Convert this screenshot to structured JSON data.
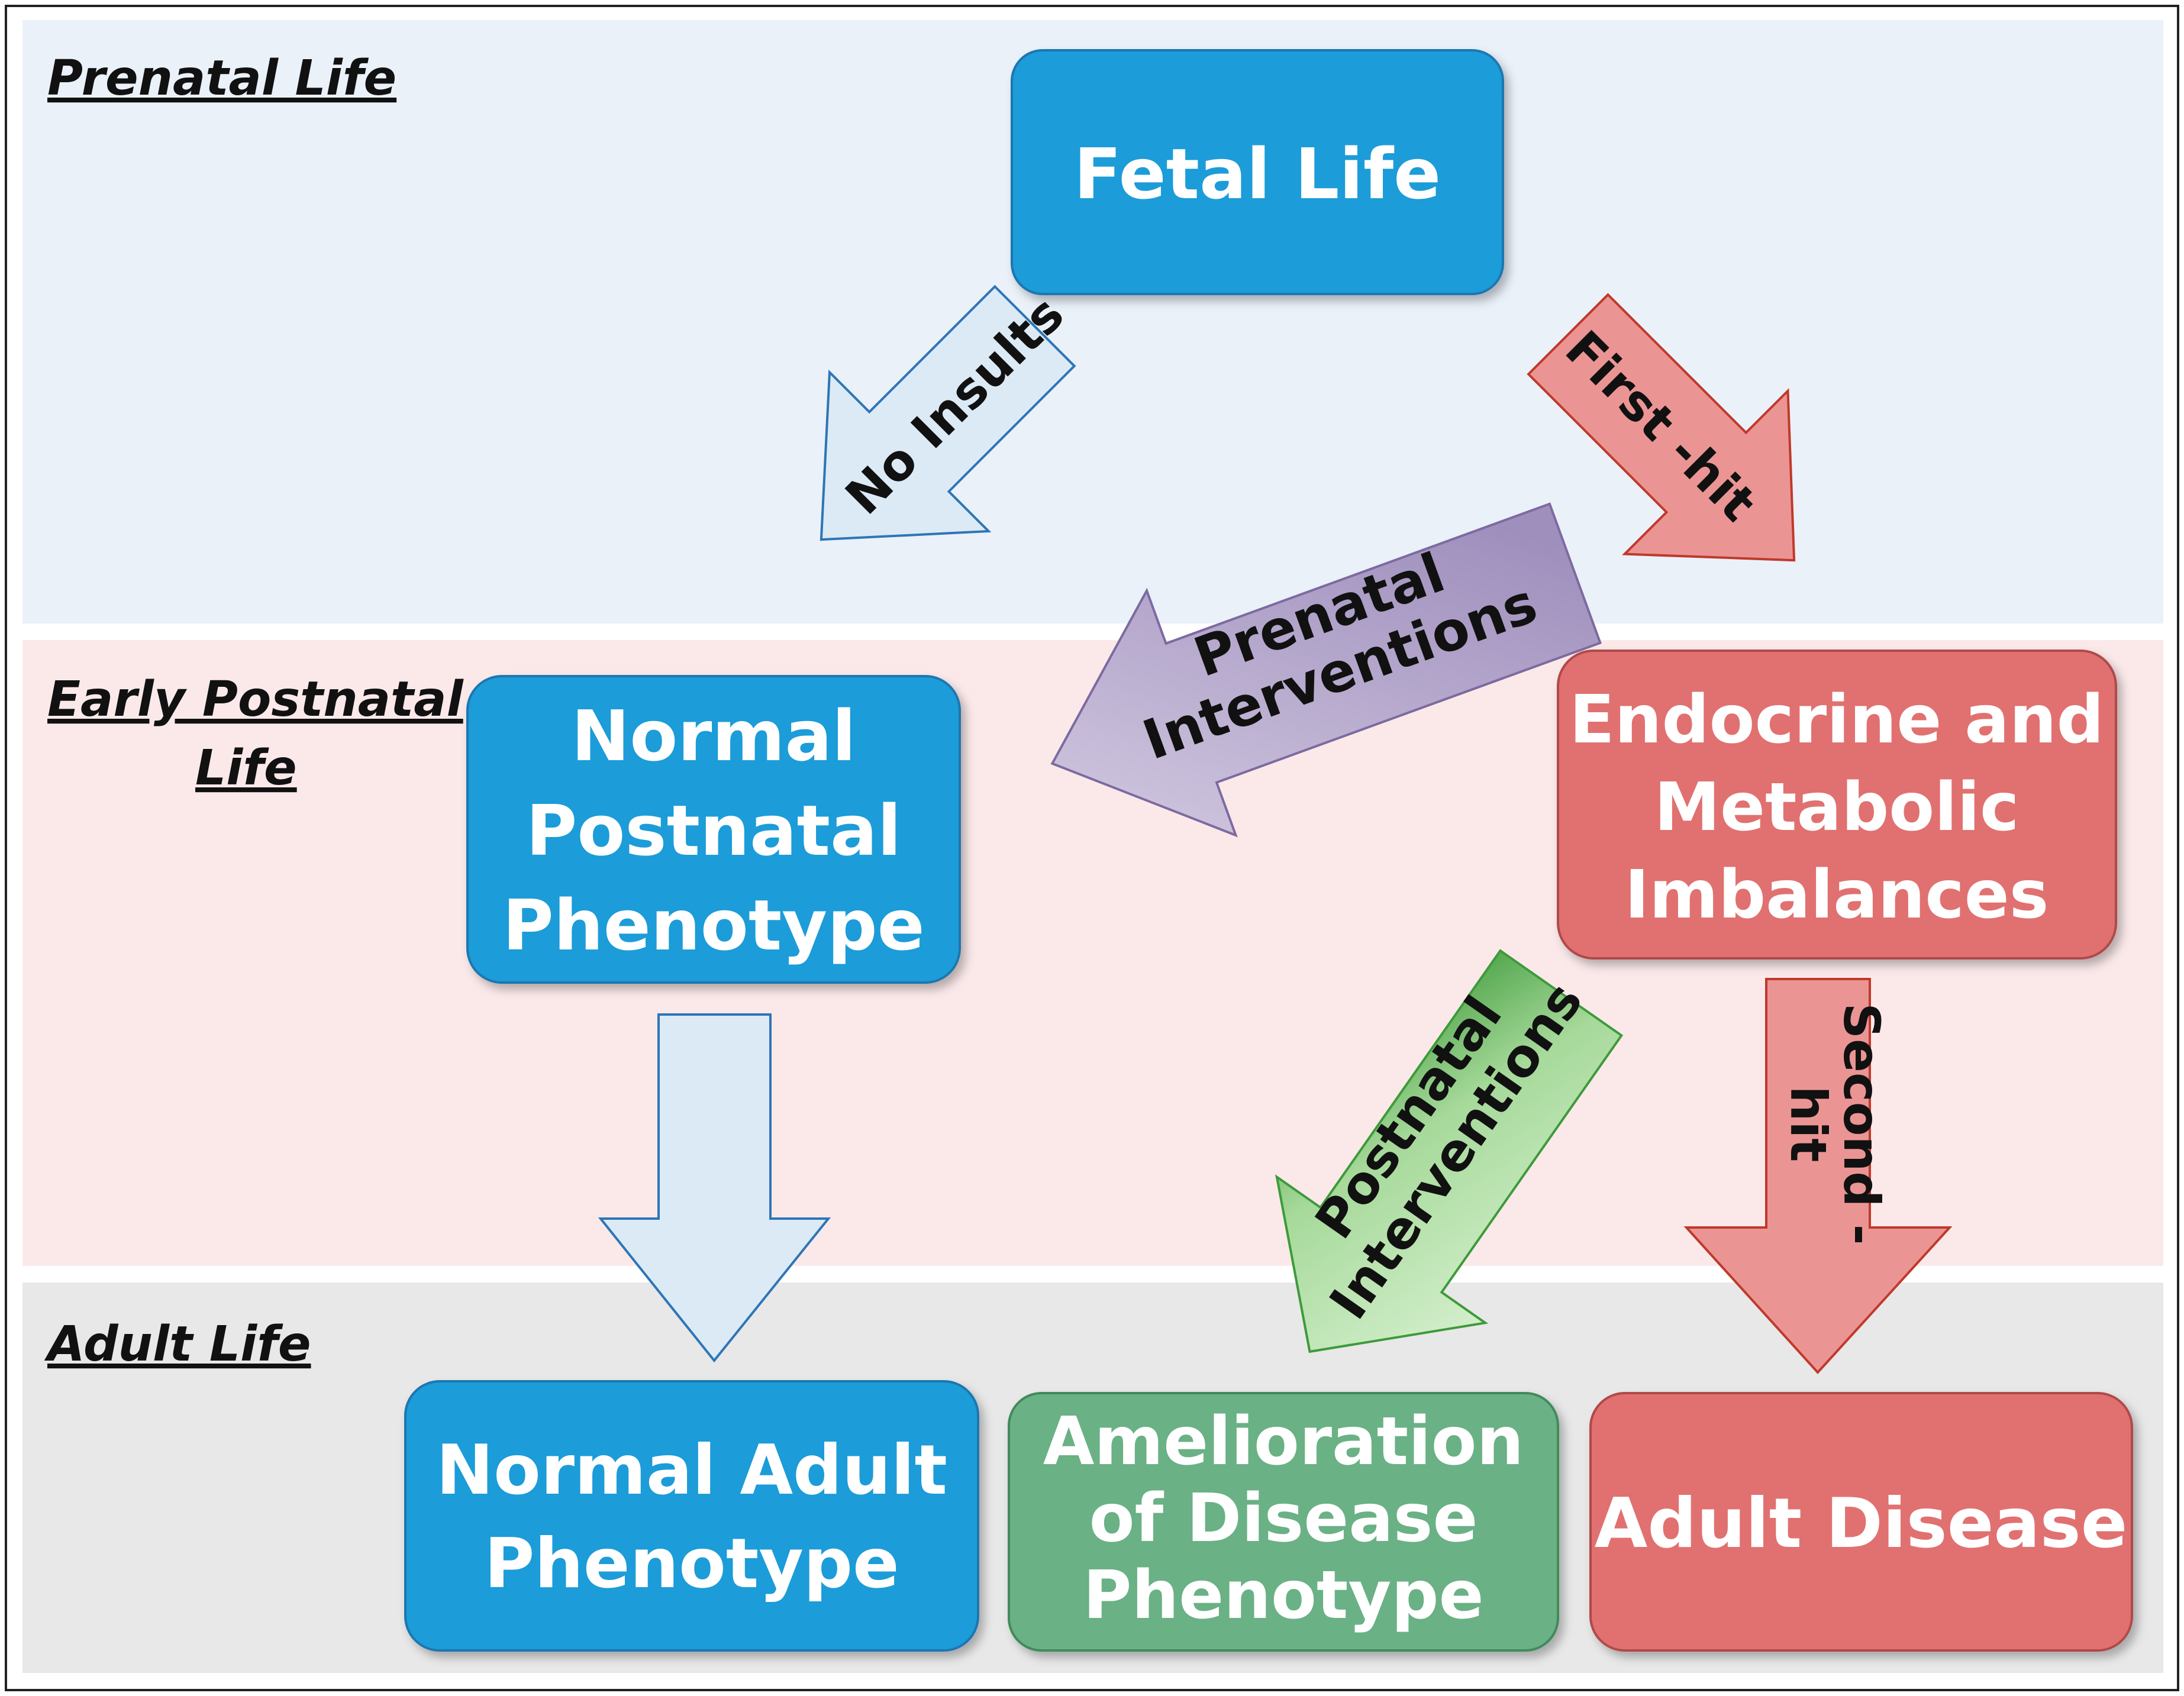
{
  "stages": {
    "prenatal": "Prenatal Life",
    "early_postnatal": [
      "Early Postnatal",
      "Life"
    ],
    "adult": "Adult Life"
  },
  "boxes": {
    "fetal_life": [
      "Fetal Life"
    ],
    "normal_postnatal": [
      "Normal",
      "Postnatal",
      "Phenotype"
    ],
    "endocrine": [
      "Endocrine and",
      "Metabolic",
      "Imbalances"
    ],
    "normal_adult": [
      "Normal Adult",
      "Phenotype"
    ],
    "amelioration": [
      "Amelioration",
      "of Disease",
      "Phenotype"
    ],
    "adult_disease": [
      "Adult Disease"
    ]
  },
  "arrows": {
    "no_insults": [
      "No Insults"
    ],
    "first_hit": [
      "First -hit"
    ],
    "prenatal_interventions": [
      "Prenatal",
      "Interventions"
    ],
    "postnatal_interventions": [
      "Postnatal",
      "Interventions"
    ],
    "second_hit": [
      "Second -",
      "hit"
    ]
  },
  "colors": {
    "prenatal_band": "#eaf1f9",
    "postnatal_band": "#fbe9ea",
    "adult_band": "#e8e8e8",
    "blue_box": "#1a9cd8",
    "red_box": "#e0716f",
    "green_box": "#6ab185",
    "light_blue_arrow": "#dceaf6",
    "red_arrow": "#ea9594",
    "purple_arrow": "#b7aacb",
    "green_arrow": "#b9e3b0"
  }
}
